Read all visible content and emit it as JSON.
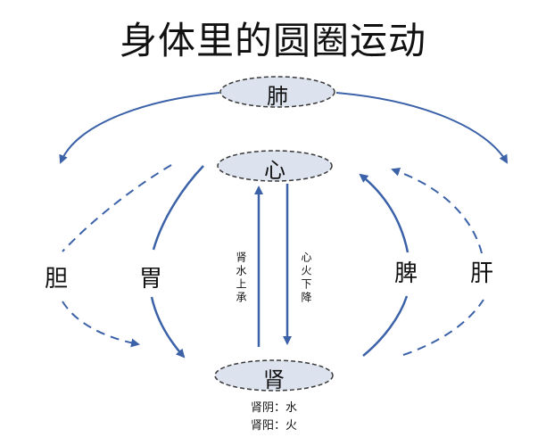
{
  "title": "身体里的圆圈运动",
  "nodes": {
    "lung": "肺",
    "heart": "心",
    "kidney": "肾"
  },
  "side_labels": {
    "gallbladder": "胆",
    "stomach": "胃",
    "spleen": "脾",
    "liver": "肝"
  },
  "arrow_labels": {
    "kidney_water_up": "肾水上承",
    "heart_fire_down": "心火下降"
  },
  "kidney_notes": {
    "yin": "肾阴：水",
    "yang": "肾阳：火"
  },
  "colors": {
    "arrow": "#3b62a8",
    "node_fill": "#dde3ee",
    "node_stroke": "#3a3a3a"
  }
}
